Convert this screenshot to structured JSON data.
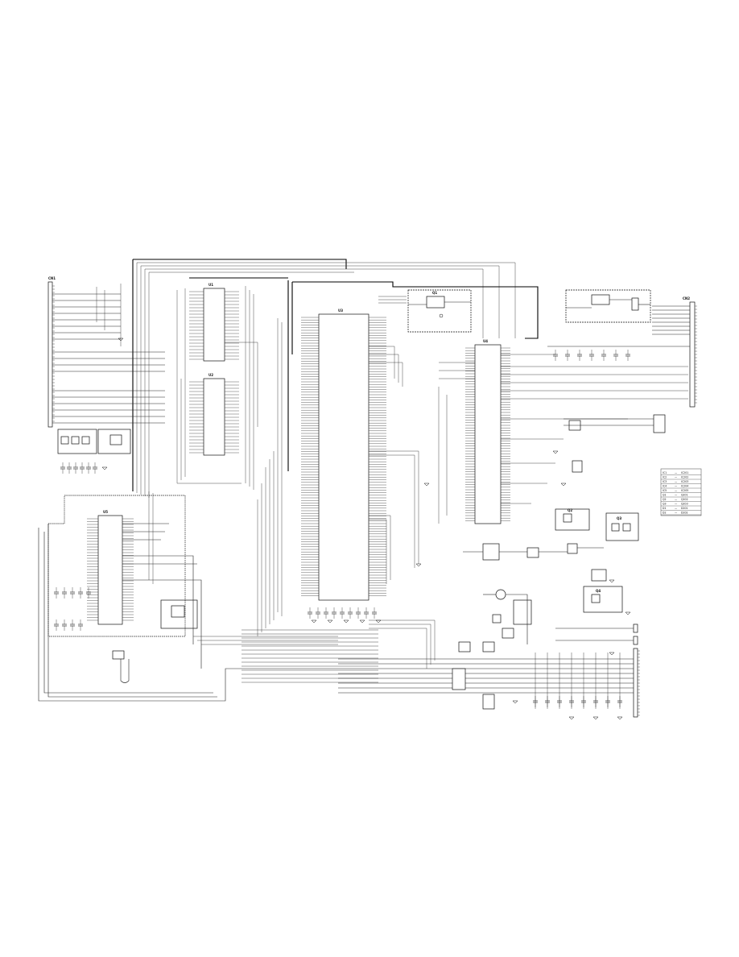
{
  "sheet": {
    "connectors": [
      {
        "ref": "CN1",
        "label": "CN1"
      },
      {
        "ref": "CN2",
        "label": "CN2"
      }
    ],
    "ics": [
      {
        "ref": "U1",
        "label": "U1"
      },
      {
        "ref": "U2",
        "label": "U2"
      },
      {
        "ref": "U3",
        "label": "U3"
      },
      {
        "ref": "U4",
        "label": "U4"
      },
      {
        "ref": "U5",
        "label": "U5"
      }
    ],
    "subcircuits": [
      {
        "ref": "Q1",
        "label": "Q1"
      },
      {
        "ref": "Q2",
        "label": "Q2"
      },
      {
        "ref": "Q3",
        "label": "Q3"
      },
      {
        "ref": "Q4",
        "label": "Q4"
      }
    ],
    "legend_rows": [
      [
        "IC1",
        "—",
        "IC201"
      ],
      [
        "IC2",
        "—",
        "IC202"
      ],
      [
        "IC3",
        "—",
        "IC203"
      ],
      [
        "IC4",
        "—",
        "IC204"
      ],
      [
        "IC5",
        "—",
        "IC205"
      ],
      [
        "Q1",
        "—",
        "Q201"
      ],
      [
        "Q2",
        "—",
        "Q202"
      ],
      [
        "Q3",
        "—",
        "Q203"
      ],
      [
        "D1",
        "—",
        "D201"
      ],
      [
        "D2",
        "—",
        "D202"
      ]
    ]
  }
}
